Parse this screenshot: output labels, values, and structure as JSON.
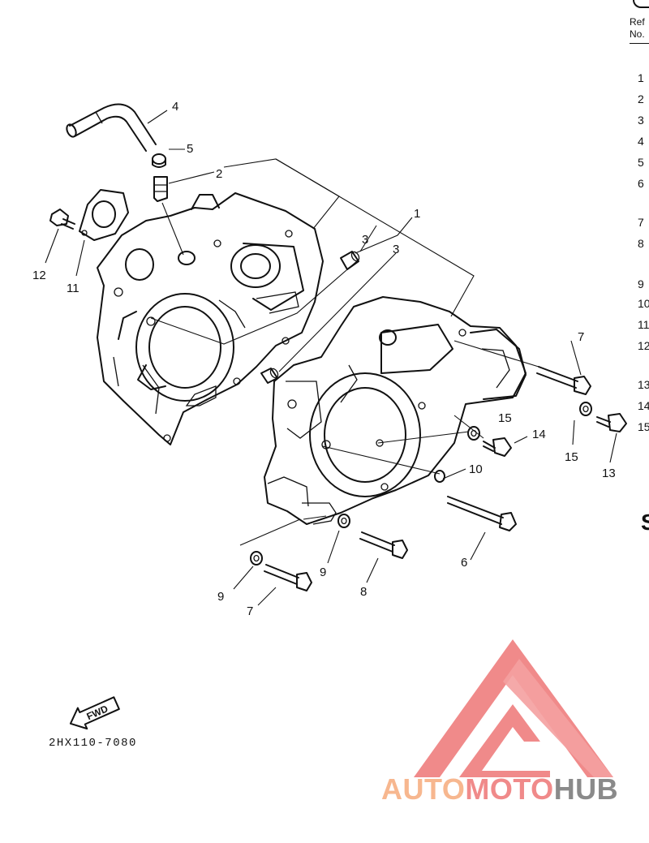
{
  "diagram": {
    "part_code": "2HX110-7080",
    "fwd_label": "FWD",
    "callouts": [
      {
        "id": "c4",
        "label": "4"
      },
      {
        "id": "c5",
        "label": "5"
      },
      {
        "id": "c2",
        "label": "2"
      },
      {
        "id": "c1",
        "label": "1"
      },
      {
        "id": "c3a",
        "label": "3"
      },
      {
        "id": "c3b",
        "label": "3"
      },
      {
        "id": "c12",
        "label": "12"
      },
      {
        "id": "c11",
        "label": "11"
      },
      {
        "id": "c7a",
        "label": "7"
      },
      {
        "id": "c15a",
        "label": "15"
      },
      {
        "id": "c14",
        "label": "14"
      },
      {
        "id": "c15b",
        "label": "15"
      },
      {
        "id": "c13",
        "label": "13"
      },
      {
        "id": "c10",
        "label": "10"
      },
      {
        "id": "c6",
        "label": "6"
      },
      {
        "id": "c9a",
        "label": "9"
      },
      {
        "id": "c8",
        "label": "8"
      },
      {
        "id": "c9b",
        "label": "9"
      },
      {
        "id": "c7b",
        "label": "7"
      }
    ]
  },
  "reference_column": {
    "header_line1": "Ref",
    "header_line2": "No.",
    "numbers": [
      "1",
      "2",
      "3",
      "4",
      "5",
      "6",
      "7",
      "8",
      "9",
      "10",
      "11",
      "12",
      "13",
      "14",
      "15"
    ],
    "section_letter": "S"
  },
  "logo": {
    "text_part1": "AUTO",
    "text_part2": "MOTO",
    "text_part3": "HUB",
    "color_light": "#f7b78f",
    "color_red": "#f08a8a",
    "color_gray": "#8a8a8a"
  }
}
